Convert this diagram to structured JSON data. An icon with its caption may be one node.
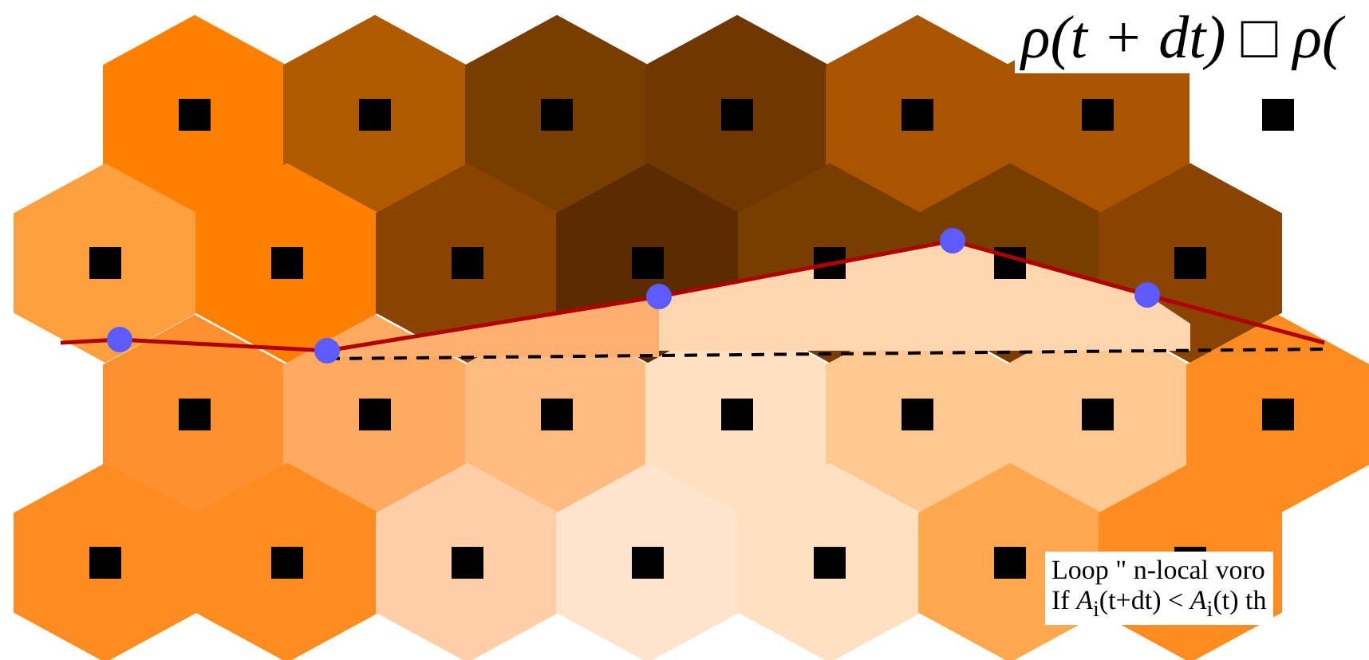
{
  "diagram": {
    "labels": [
      "ρ(t + dt) □ ρ(",
      "Loop \" n-local voro",
      "If *A*$_{i}$(t+dt) < *A*$_{i}$(t) th"
    ]
  }
}
